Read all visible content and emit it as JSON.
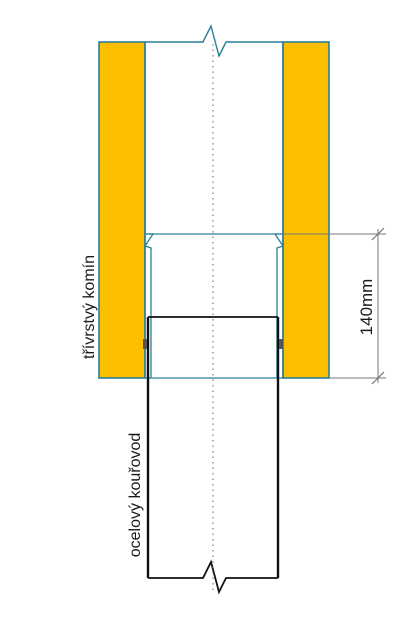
{
  "labels": {
    "chimney": "třívrstvý komín",
    "flue": "ocelový kouřovod",
    "dimension": "140mm"
  },
  "colors": {
    "insulation_fill": "#fbbf00",
    "insulation_stroke": "#2a7f9a",
    "liner_stroke": "#2a7f9a",
    "steel_pipe": "#111111",
    "axis": "#666666",
    "dimension_line": "#7a7a7a"
  }
}
